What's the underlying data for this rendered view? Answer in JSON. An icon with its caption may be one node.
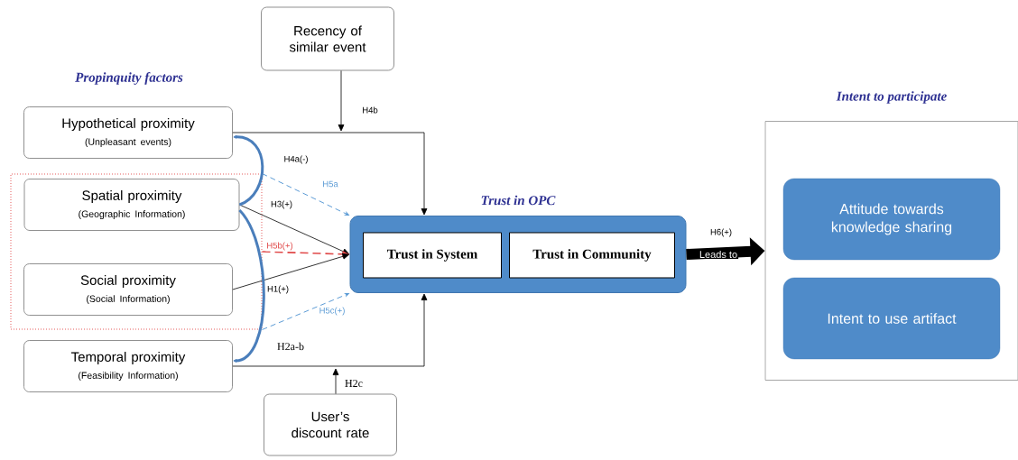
{
  "diagram": {
    "nodes": [
      {
        "text": [
          "Recency of similar event"
        ]
      },
      {
        "text": [
          "Hypothetical proximity",
          "(Unpleasant events)"
        ]
      },
      {
        "text": [],
        "shape": "box"
      },
      {
        "text": [
          "Spatial proximity",
          "(Geographic Information)"
        ],
        "in": 2
      },
      {
        "text": [
          "Social proximity",
          "(Social Information)"
        ],
        "in": 2
      },
      {
        "text": [
          "Temporal proximity",
          "(Feasibility Information)"
        ]
      },
      {
        "text": [
          "User’s discount rate"
        ]
      },
      {
        "text": [
          "Trust in OPC"
        ]
      },
      {
        "text": [
          "Trust in System"
        ],
        "in": 7
      },
      {
        "text": [
          "Trust in Community"
        ],
        "in": 7
      },
      {
        "text": [
          "Intent to participate"
        ]
      },
      {
        "text": [
          "Attitude towards knowledge sharing"
        ],
        "in": 10
      },
      {
        "text": [
          "Intent to use artifact"
        ],
        "in": 10
      }
    ],
    "edges": [
      {
        "from": 0,
        "to": null,
        "arrow": "to",
        "label": "H4b"
      },
      {
        "from": 1,
        "to": 7,
        "arrow": "to",
        "label": "H4a(-)"
      },
      {
        "from": 2,
        "to": 7,
        "arrow": "to",
        "label": "H5a",
        "style": "dashed",
        "color": "#5b9bd5"
      },
      {
        "from": 3,
        "to": 7,
        "arrow": "to",
        "label": "H3(+)"
      },
      {
        "from": 2,
        "to": 7,
        "arrow": "to",
        "label": "H5b(+)",
        "style": "dashed",
        "color": "#e04848"
      },
      {
        "from": 4,
        "to": 7,
        "arrow": "to",
        "label": "H1(+)"
      },
      {
        "from": 2,
        "to": 7,
        "arrow": "to",
        "label": "H5c(+)",
        "style": "dashed",
        "color": "#5b9bd5"
      },
      {
        "from": 5,
        "to": 7,
        "arrow": "to",
        "label": "H2a-b"
      },
      {
        "from": 6,
        "to": null,
        "arrow": "to",
        "label": "H2c"
      },
      {
        "from": 3,
        "to": 1,
        "arrow": "to",
        "style": "thick",
        "color": "#4a7ebb"
      },
      {
        "from": 3,
        "to": 5,
        "arrow": "to",
        "style": "thick",
        "color": "#4a7ebb"
      },
      {
        "from": 7,
        "to": 10,
        "arrow": "to",
        "label": "Leads to",
        "style": "thick"
      }
    ],
    "labels": [
      "Propinquity factors",
      "H6(+)"
    ]
  }
}
